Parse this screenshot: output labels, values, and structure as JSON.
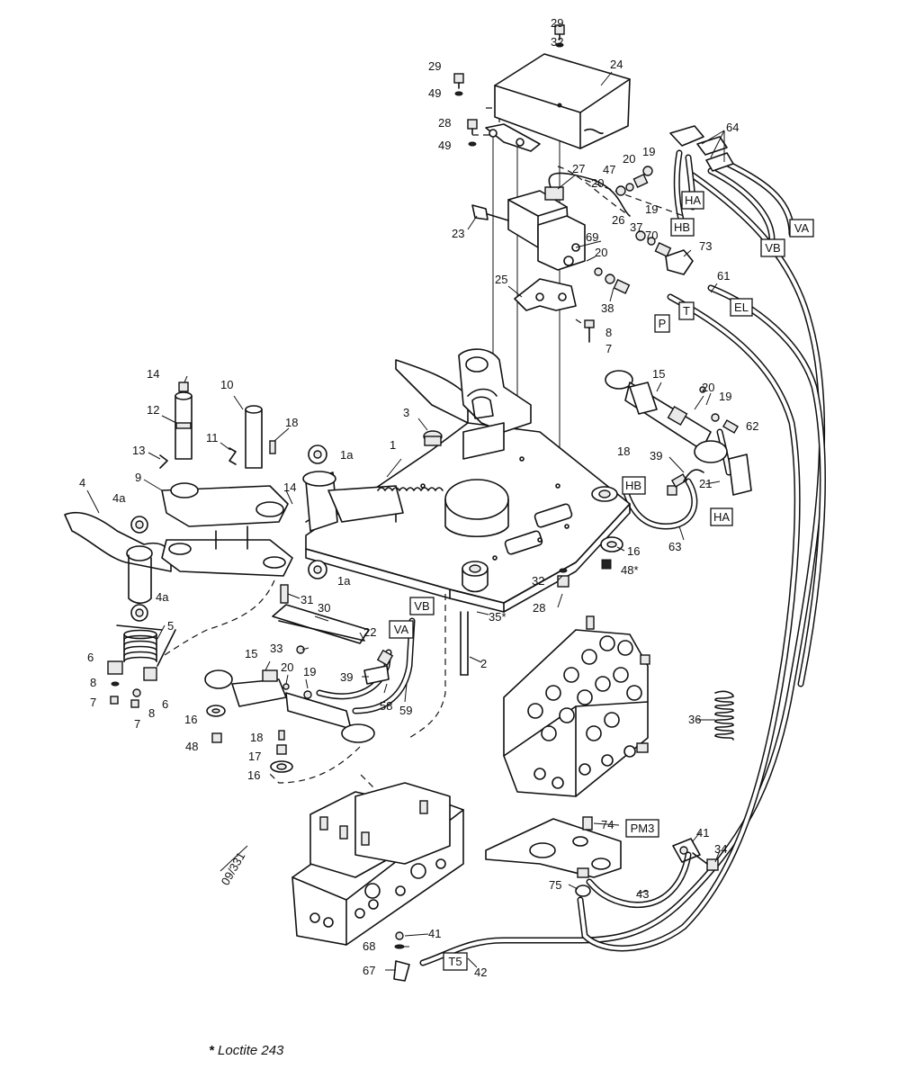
{
  "parts": [
    "29",
    "32",
    "24",
    "29",
    "49",
    "28",
    "49",
    "64",
    "19",
    "20",
    "47",
    "27",
    "20",
    "19",
    "HA",
    "VA",
    "HB",
    "VB",
    "26",
    "37",
    "70",
    "73",
    "23",
    "69",
    "20",
    "25",
    "38",
    "61",
    "P",
    "T",
    "EL",
    "8",
    "7",
    "14",
    "10",
    "12",
    "18",
    "11",
    "13",
    "3",
    "1",
    "1a",
    "15",
    "20",
    "19",
    "62",
    "18",
    "39",
    "21",
    "HA",
    "HB",
    "9",
    "4",
    "14",
    "4a",
    "1a",
    "16",
    "48*",
    "63",
    "32",
    "28",
    "31",
    "30",
    "35*",
    "VB",
    "VA",
    "22",
    "33",
    "2",
    "39",
    "15",
    "20",
    "19",
    "58",
    "59",
    "5",
    "4a",
    "6",
    "6",
    "8",
    "8",
    "7",
    "7",
    "16",
    "48",
    "18",
    "17",
    "16",
    "36",
    "74",
    "PM3",
    "41",
    "34",
    "75",
    "43",
    "41",
    "68",
    "67",
    "T5",
    "42"
  ],
  "drawing_ref": "09/331",
  "note": "Loctite 243",
  "note_marker": "*"
}
